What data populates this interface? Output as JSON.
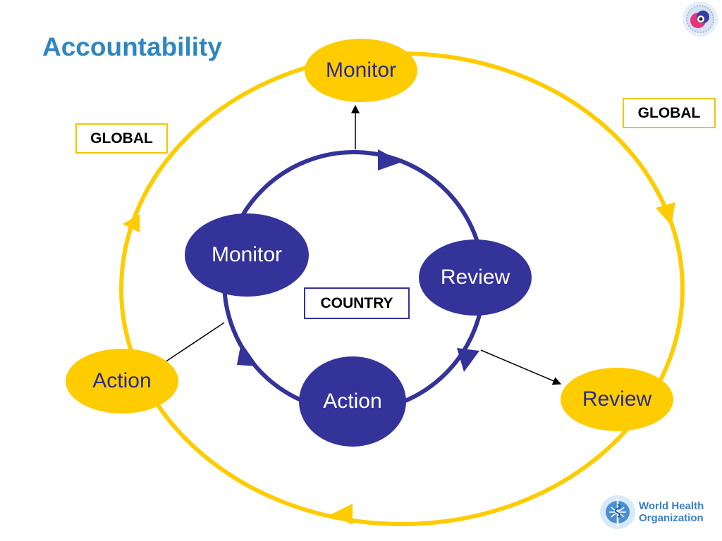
{
  "title": "Accountability",
  "colors": {
    "title": "#2e86c1",
    "global_ring": "#ffcc00",
    "country_ring": "#33339a"
  },
  "global": {
    "label": "GLOBAL",
    "nodes": {
      "monitor": "Monitor",
      "review": "Review",
      "action": "Action"
    }
  },
  "country": {
    "label": "COUNTRY",
    "nodes": {
      "monitor": "Monitor",
      "review": "Review",
      "action": "Action"
    }
  },
  "logos": {
    "partner": "partnership-emblem-icon",
    "who": {
      "icon": "who-emblem-icon",
      "line1": "World Health",
      "line2": "Organization"
    }
  }
}
